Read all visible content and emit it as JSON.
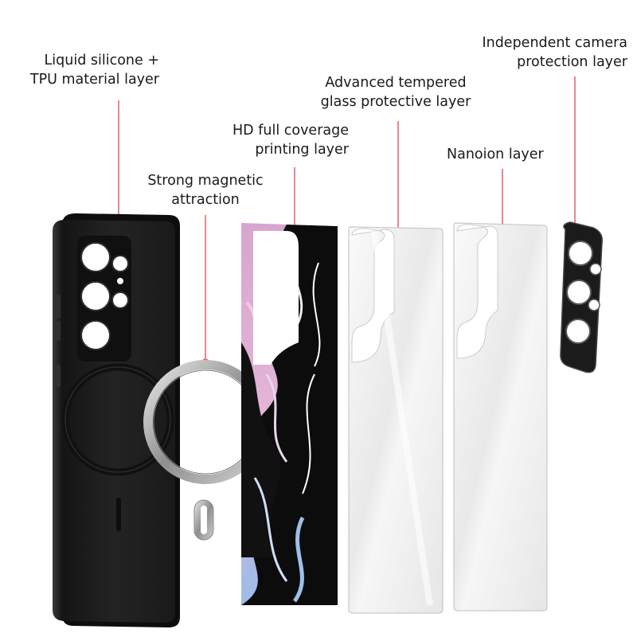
{
  "callouts": {
    "silicone_layer": "Liquid silicone +\nTPU material layer",
    "magnetic": "Strong magnetic\nattraction",
    "printing_layer": "HD full coverage\nprinting layer",
    "tempered_glass": "Advanced tempered\nglass protective layer",
    "nanoion": "Nanoion layer",
    "camera_protection": "Independent camera\nprotection layer"
  },
  "colors": {
    "leader_line": "#d8474e",
    "case_body": "#222222",
    "ring_metal": "#b9b9b9",
    "glass": "#efefef",
    "marble_pink": "#e8b7d8",
    "marble_blue": "#9ec0ea"
  },
  "icons": [
    "phone-case",
    "magnetic-ring",
    "printed-layer",
    "tempered-glass",
    "nanoion-sheet",
    "camera-lens-protector"
  ]
}
